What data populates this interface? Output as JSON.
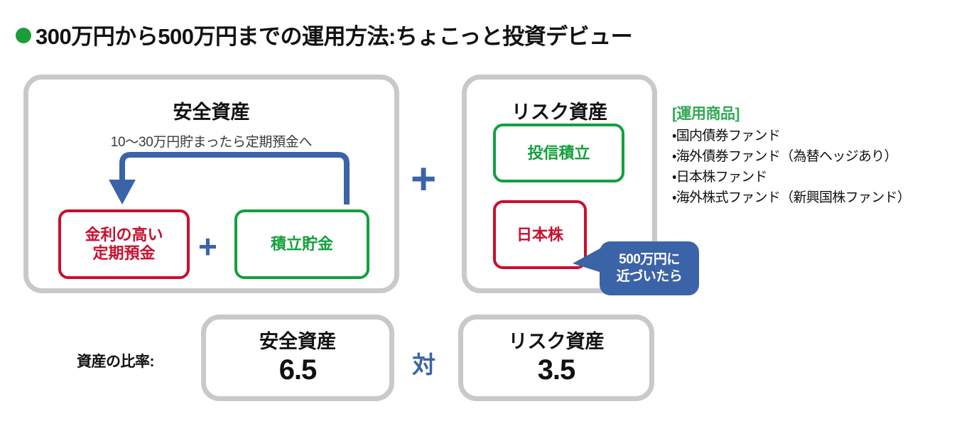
{
  "title": {
    "bullet_icon": "green-circle-bullet",
    "text": "300万円から500万円までの運用方法:ちょこっと投資デビュー"
  },
  "colors": {
    "green": "#1a9e3a",
    "red": "#c8102e",
    "blue": "#3b63a8",
    "grey_border": "#c9c9c9",
    "list_head_green": "#2faa55"
  },
  "safe_asset_card": {
    "title": "安全資産",
    "subtitle": "10〜30万円貯まったら定期預金へ",
    "items": [
      {
        "label": "金利の高い\n定期預金",
        "line1": "金利の高い",
        "line2": "定期預金",
        "color": "red"
      },
      {
        "label": "積立貯金",
        "line1": "積立貯金",
        "line2": "",
        "color": "green"
      }
    ],
    "inner_plus": "+",
    "arrow_icon": "curved-transfer-arrow"
  },
  "main_plus": "+",
  "risk_asset_card": {
    "title": "リスク資産",
    "items": [
      {
        "label": "投信積立",
        "color": "green"
      },
      {
        "label": "日本株",
        "color": "red"
      }
    ]
  },
  "callout": {
    "line1": "500万円に",
    "line2": "近づいたら",
    "tail_icon": "callout-tail-triangle"
  },
  "product_list": {
    "heading": "[運用商品]",
    "items": [
      "・国内債券ファンド",
      "・海外債券ファンド（為替ヘッジあり）",
      "・日本株ファンド",
      "・海外株式ファンド（新興国株ファンド）"
    ]
  },
  "ratio": {
    "label": "資産の比率:",
    "vs": "対",
    "safe": {
      "name": "安全資産",
      "value": "6.5"
    },
    "risk": {
      "name": "リスク資産",
      "value": "3.5"
    }
  }
}
